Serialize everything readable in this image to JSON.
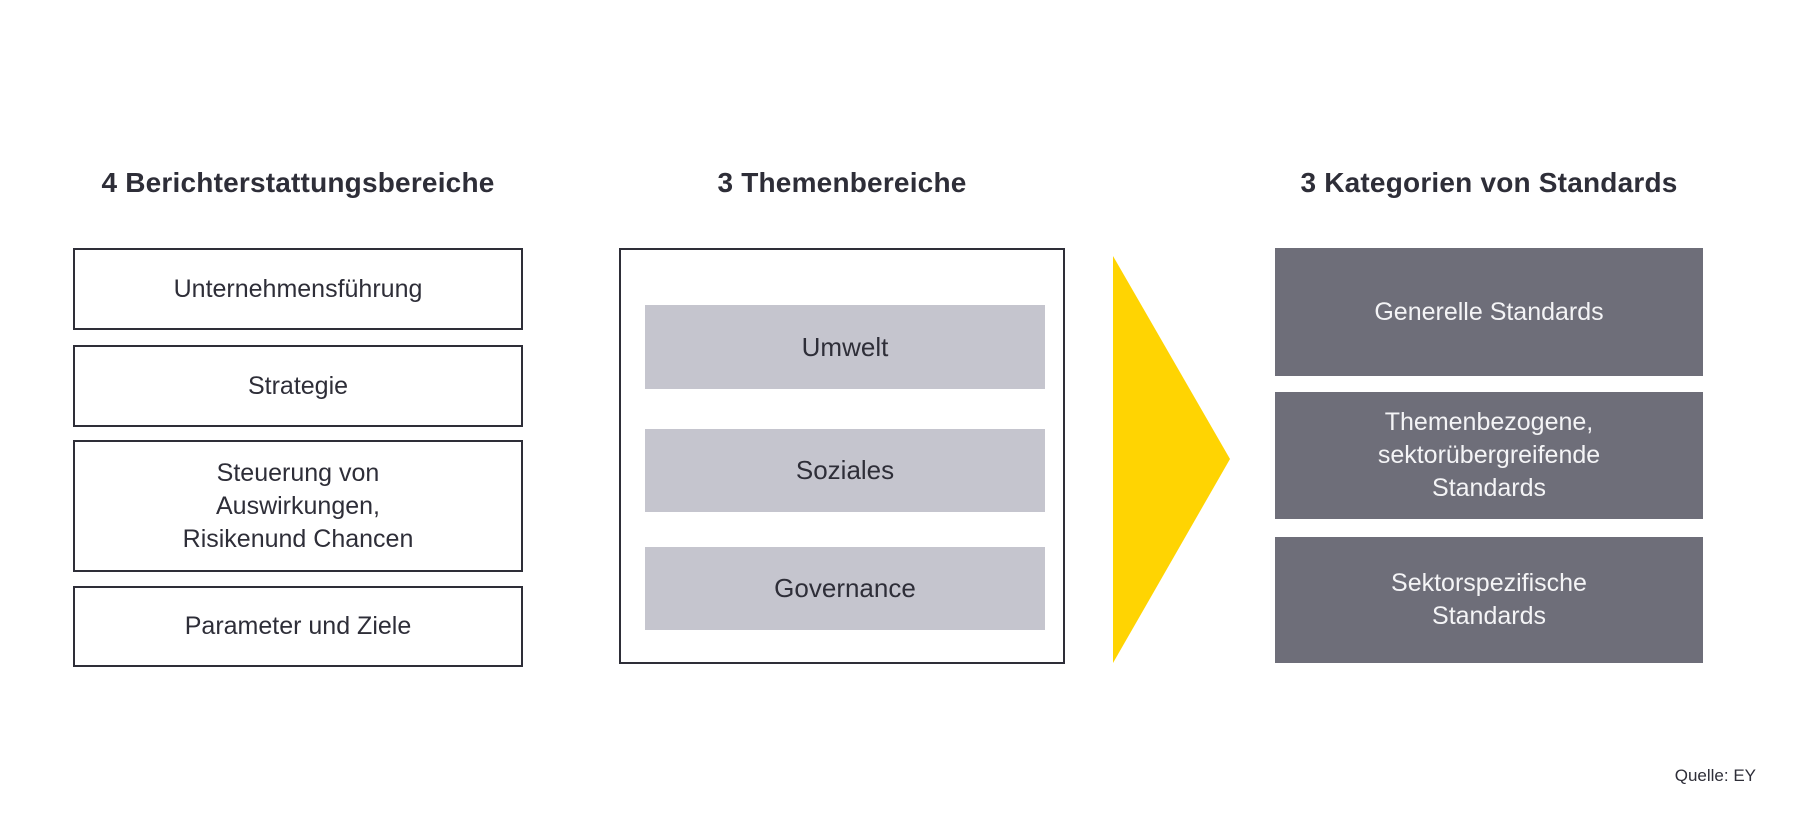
{
  "colors": {
    "ink": "#2E2E38",
    "accent": "#FFD402",
    "panel": "#C5C5CE",
    "dark": "#6E6E79",
    "light_text": "#F4F4F6",
    "bg": "#FFFFFF"
  },
  "columns": {
    "reporting": {
      "title": "4 Berichterstattungsbereiche",
      "boxes": [
        {
          "label": "Unternehmensführung"
        },
        {
          "label": "Strategie"
        },
        {
          "label": "Steuerung von\nAuswirkungen,\nRisikenund Chancen"
        },
        {
          "label": "Parameter und Ziele"
        }
      ]
    },
    "themes": {
      "title": "3 Themenbereiche",
      "boxes": [
        {
          "label": "Umwelt"
        },
        {
          "label": "Soziales"
        },
        {
          "label": "Governance"
        }
      ]
    },
    "standards": {
      "title": "3 Kategorien von Standards",
      "boxes": [
        {
          "label": "Generelle Standards"
        },
        {
          "label": "Themenbezogene,\nsektorübergreifende\nStandards"
        },
        {
          "label": "Sektorspezifische\nStandards"
        }
      ]
    }
  },
  "arrow": {
    "icon": "right-arrow-icon",
    "direction": "right"
  },
  "source": {
    "label": "Quelle: EY"
  }
}
